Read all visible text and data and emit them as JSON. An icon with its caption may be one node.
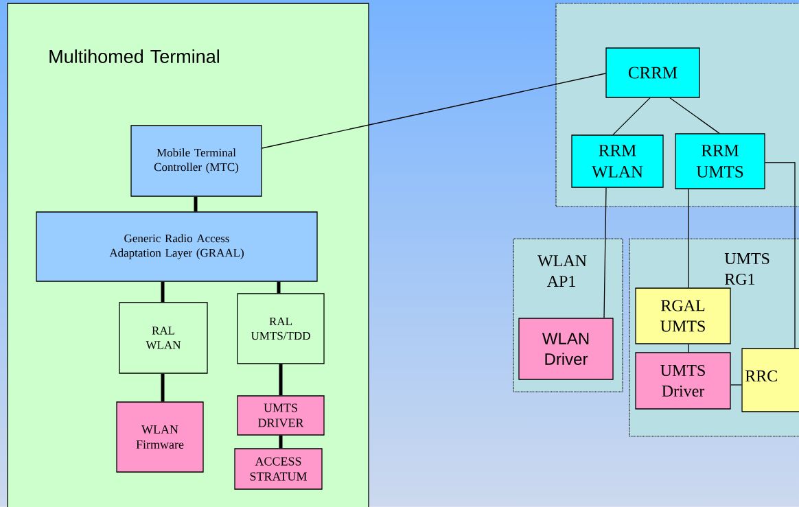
{
  "diagram": {
    "nodes": [
      {
        "text": [
          "Multihomed Terminal"
        ]
      },
      {
        "text": [
          "Mobile Terminal Controller (MTC)"
        ],
        "in": 0
      },
      {
        "text": [
          "Generic Radio Access Adaptation Layer (GRAAL)"
        ],
        "in": 0
      },
      {
        "text": [
          "RAL WLAN"
        ],
        "in": 0
      },
      {
        "text": [
          "RAL UMTS/TDD"
        ],
        "in": 0
      },
      {
        "text": [
          "WLAN Firmware"
        ],
        "in": 0
      },
      {
        "text": [
          "UMTS DRIVER"
        ],
        "in": 0
      },
      {
        "text": [
          "ACCESS STRATUM"
        ],
        "in": 0
      },
      {
        "text": [],
        "shape": "box"
      },
      {
        "text": [
          "CRRM"
        ],
        "in": 8
      },
      {
        "text": [
          "RRM WLAN"
        ],
        "in": 8
      },
      {
        "text": [
          "RRM UMTS"
        ],
        "in": 8
      },
      {
        "text": [
          "WLAN AP1"
        ]
      },
      {
        "text": [
          "WLAN Driver"
        ],
        "in": 12
      },
      {
        "text": [
          "UMTS RG1"
        ]
      },
      {
        "text": [
          "RGAL UMTS"
        ],
        "in": 14
      },
      {
        "text": [
          "UMTS Driver"
        ],
        "in": 14
      },
      {
        "text": [
          "RRC"
        ],
        "in": 14
      }
    ],
    "edges": [
      {
        "from": 1,
        "to": 9,
        "arrow": "none"
      },
      {
        "from": 1,
        "to": 2,
        "arrow": "none",
        "style": "thick"
      },
      {
        "from": 2,
        "to": 3,
        "arrow": "none",
        "style": "thick"
      },
      {
        "from": 2,
        "to": 4,
        "arrow": "none",
        "style": "thick"
      },
      {
        "from": 3,
        "to": 5,
        "arrow": "none",
        "style": "thick"
      },
      {
        "from": 4,
        "to": 6,
        "arrow": "none",
        "style": "thick"
      },
      {
        "from": 6,
        "to": 7,
        "arrow": "none",
        "style": "thick"
      },
      {
        "from": 9,
        "to": 10,
        "arrow": "none"
      },
      {
        "from": 9,
        "to": 11,
        "arrow": "none"
      },
      {
        "from": 10,
        "to": 13,
        "arrow": "none"
      },
      {
        "from": 11,
        "to": 15,
        "arrow": "none"
      },
      {
        "from": 15,
        "to": 16,
        "arrow": "none"
      },
      {
        "from": 16,
        "to": 17,
        "arrow": "none"
      },
      {
        "from": 11,
        "to": 17,
        "arrow": "none"
      }
    ]
  }
}
